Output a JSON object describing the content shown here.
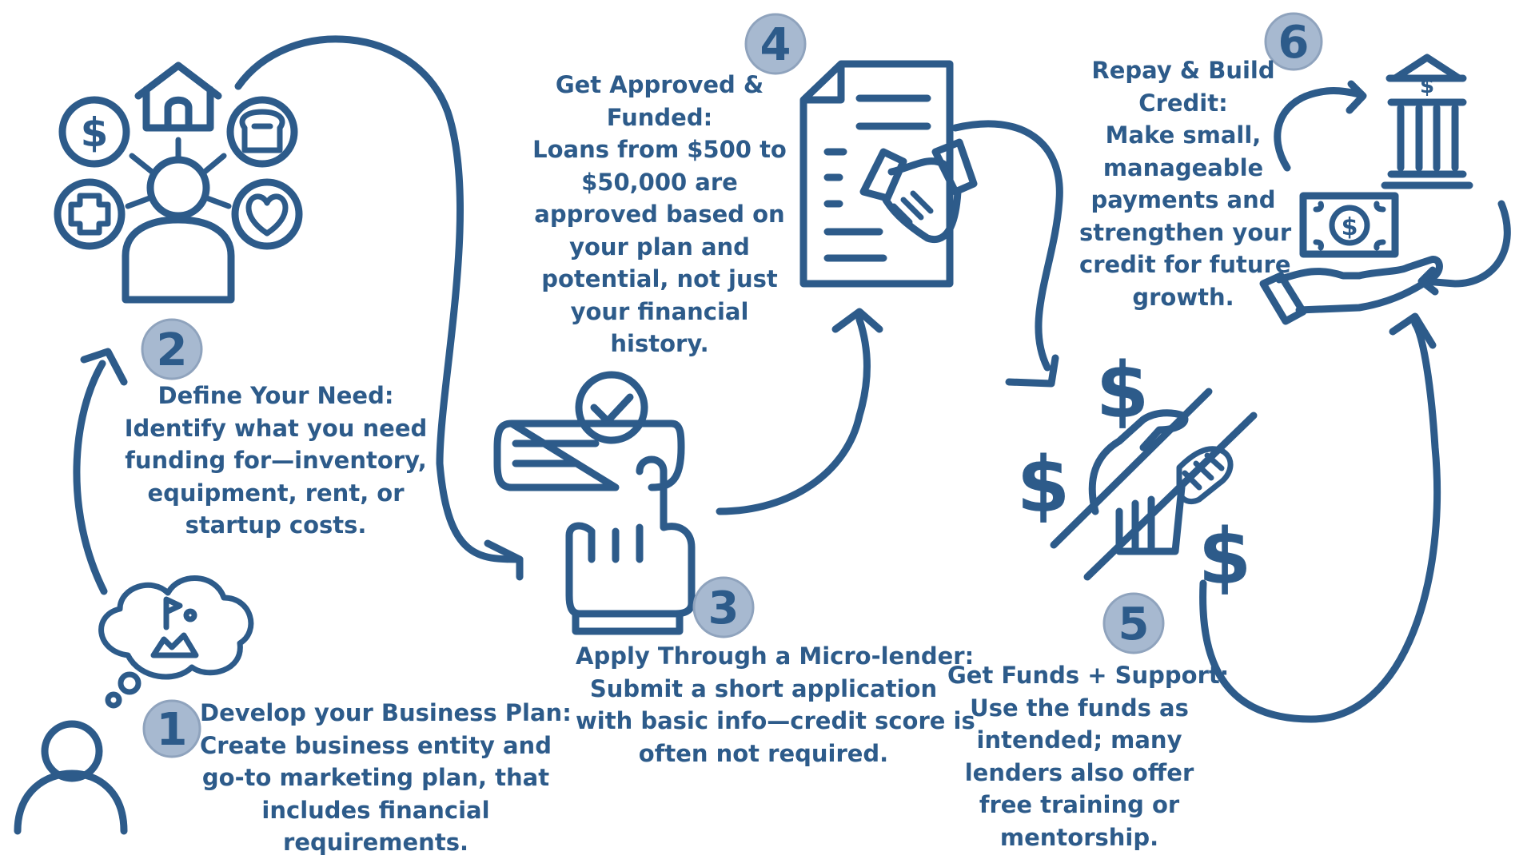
{
  "steps": [
    {
      "number": "1",
      "lines": [
        "Develop your Business Plan:",
        "Create business entity and",
        "go-to marketing plan, that",
        "includes financial",
        "requirements."
      ]
    },
    {
      "number": "2",
      "lines": [
        "Define Your Need:",
        "Identify what you need",
        "funding for—inventory,",
        "equipment, rent, or",
        "startup costs."
      ]
    },
    {
      "number": "3",
      "lines": [
        "Apply Through a Micro-lender:",
        "Submit a short application",
        "with basic info—credit score is",
        "often not required."
      ]
    },
    {
      "number": "4",
      "lines": [
        "Get Approved &",
        "Funded:",
        "Loans from $500 to",
        "$50,000 are",
        "approved based on",
        "your plan and",
        "potential, not just",
        "your financial",
        "history."
      ]
    },
    {
      "number": "5",
      "lines": [
        "Get Funds + Support:",
        "Use the funds as",
        "intended; many",
        "lenders also offer",
        "free training or",
        "mentorship."
      ]
    },
    {
      "number": "6",
      "lines": [
        "Repay & Build",
        "Credit:",
        "Make small,",
        "manageable",
        "payments and",
        "strengthen your",
        "credit for future",
        "growth."
      ]
    }
  ],
  "icons": {
    "dollar_symbol": "$"
  },
  "colors": {
    "primary": "#2d5b8a",
    "badge_fill": "#a7b9d0"
  }
}
